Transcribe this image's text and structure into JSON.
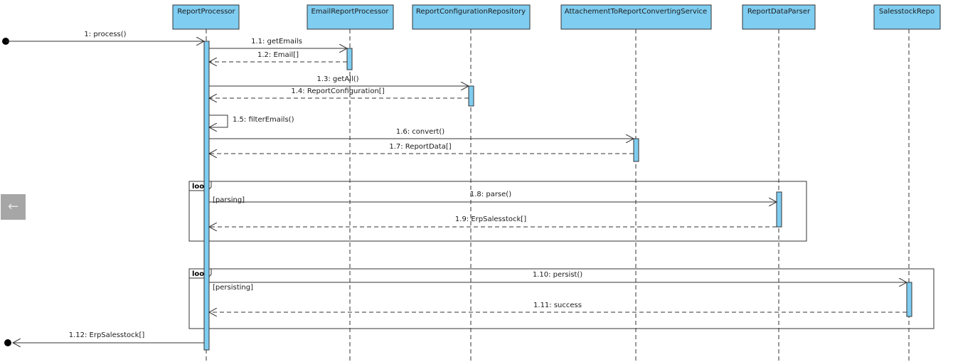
{
  "participants": [
    {
      "id": "rp",
      "name": "ReportProcessor"
    },
    {
      "id": "erp",
      "name": "EmailReportProcessor"
    },
    {
      "id": "rcr",
      "name": "ReportConfigurationRepository"
    },
    {
      "id": "atr",
      "name": "AttachementToReportConvertingService"
    },
    {
      "id": "rdp",
      "name": "ReportDataParser"
    },
    {
      "id": "ssr",
      "name": "SalesstockRepo"
    }
  ],
  "messages": [
    {
      "id": "m1",
      "label": "1: process()",
      "kind": "sync"
    },
    {
      "id": "m1_1",
      "label": "1.1: getEmails",
      "kind": "sync"
    },
    {
      "id": "m1_2",
      "label": "1.2: Email[]",
      "kind": "return"
    },
    {
      "id": "m1_3",
      "label": "1.3: getAll()",
      "kind": "sync"
    },
    {
      "id": "m1_4",
      "label": "1.4: ReportConfiguration[]",
      "kind": "return"
    },
    {
      "id": "m1_5",
      "label": "1.5: filterEmails()",
      "kind": "self"
    },
    {
      "id": "m1_6",
      "label": "1.6: convert()",
      "kind": "sync"
    },
    {
      "id": "m1_7",
      "label": "1.7: ReportData[]",
      "kind": "return"
    },
    {
      "id": "m1_8",
      "label": "1.8: parse()",
      "kind": "sync"
    },
    {
      "id": "m1_9",
      "label": "1.9: ErpSalesstock[]",
      "kind": "return"
    },
    {
      "id": "m1_10",
      "label": "1.10: persist()",
      "kind": "sync"
    },
    {
      "id": "m1_11",
      "label": "1.11: success",
      "kind": "return"
    },
    {
      "id": "m1_12",
      "label": "1.12: ErpSalesstock[]",
      "kind": "sync"
    }
  ],
  "fragments": [
    {
      "id": "f1",
      "operator": "loop",
      "guard": "[parsing]"
    },
    {
      "id": "f2",
      "operator": "loop",
      "guard": "[persisting]"
    }
  ],
  "nav": {
    "back_icon": "←"
  },
  "colors": {
    "participant_fill": "#7fcdf1",
    "activation_fill": "#7fcdf1",
    "line": "#333333",
    "back_button": "#a6a6a6"
  }
}
